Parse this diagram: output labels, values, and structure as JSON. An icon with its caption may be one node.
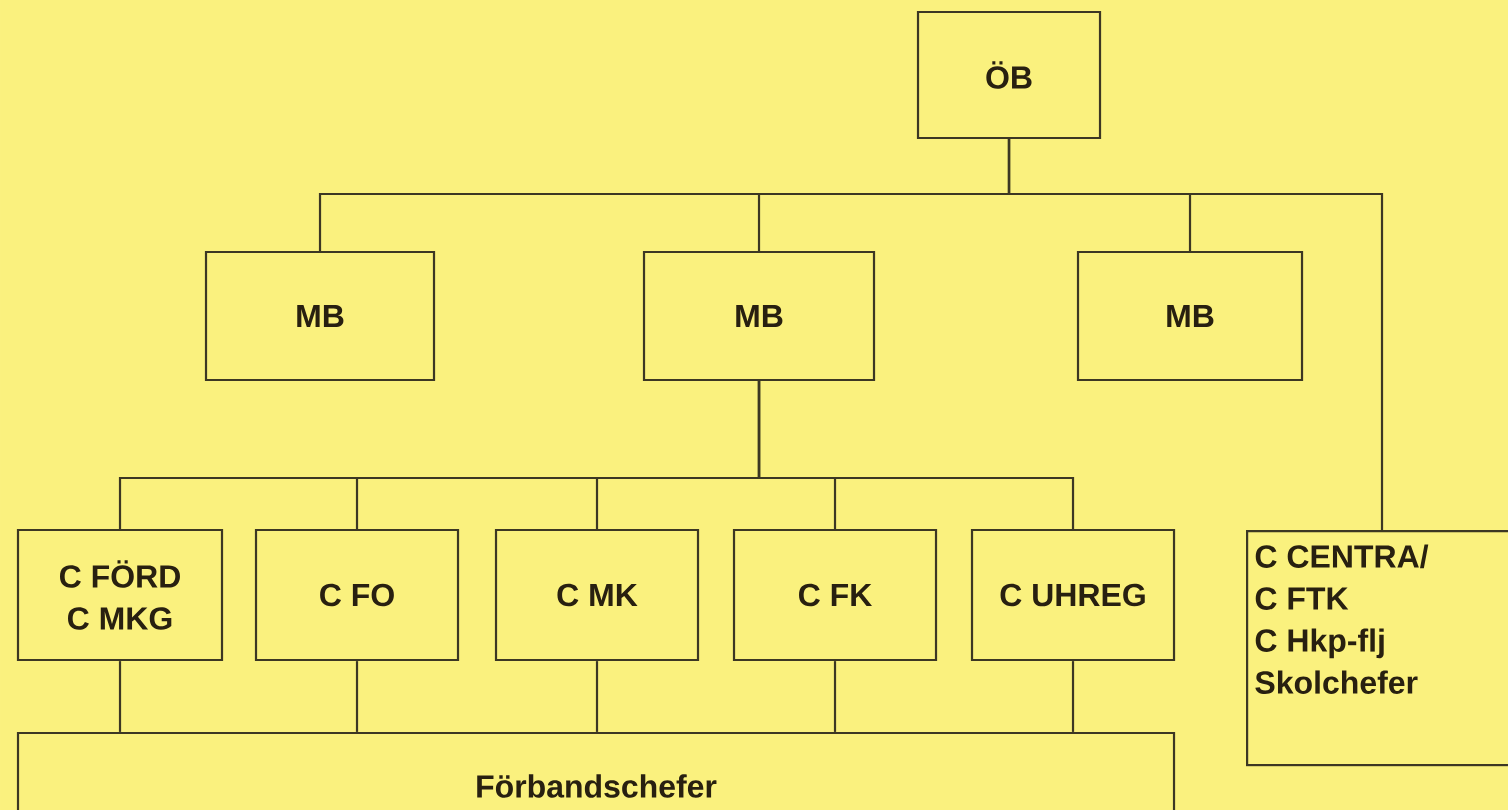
{
  "diagram": {
    "nodes": [
      {
        "text": [
          "ÖB"
        ]
      },
      {
        "text": [
          "MB"
        ]
      },
      {
        "text": [
          "MB"
        ]
      },
      {
        "text": [
          "MB"
        ]
      },
      {
        "text": [
          "C FÖRD",
          "C MKG"
        ]
      },
      {
        "text": [
          "C FO"
        ]
      },
      {
        "text": [
          "C MK"
        ]
      },
      {
        "text": [
          "C FK"
        ]
      },
      {
        "text": [
          "C UHREG"
        ]
      },
      {
        "text": [
          "C CENTRA/",
          "C FTK",
          "C Hkp-flj",
          "Skolchefer"
        ]
      },
      {
        "text": [
          "Förbandschefer"
        ]
      }
    ],
    "edges": [
      {
        "from": 0,
        "to": 1,
        "arrow": "none"
      },
      {
        "from": 0,
        "to": 2,
        "arrow": "none"
      },
      {
        "from": 0,
        "to": 3,
        "arrow": "none"
      },
      {
        "from": 0,
        "to": 9,
        "arrow": "none"
      },
      {
        "from": 2,
        "to": 4,
        "arrow": "none"
      },
      {
        "from": 2,
        "to": 5,
        "arrow": "none"
      },
      {
        "from": 2,
        "to": 6,
        "arrow": "none"
      },
      {
        "from": 2,
        "to": 7,
        "arrow": "none"
      },
      {
        "from": 2,
        "to": 8,
        "arrow": "none"
      },
      {
        "from": 4,
        "to": 10,
        "arrow": "none"
      },
      {
        "from": 5,
        "to": 10,
        "arrow": "none"
      },
      {
        "from": 6,
        "to": 10,
        "arrow": "none"
      },
      {
        "from": 7,
        "to": 10,
        "arrow": "none"
      },
      {
        "from": 8,
        "to": 10,
        "arrow": "none"
      }
    ]
  }
}
